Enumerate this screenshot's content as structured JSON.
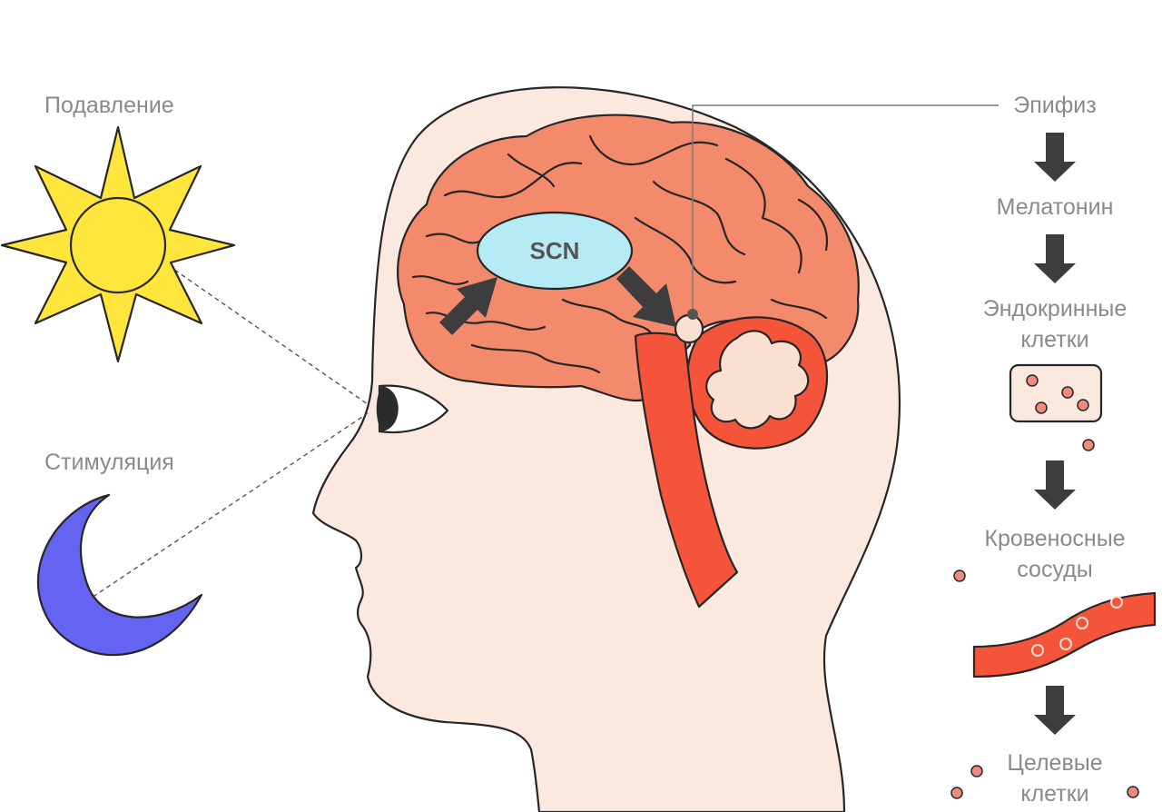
{
  "labels": {
    "suppression": "Подавление",
    "stimulation": "Стимуляция",
    "scn": "SCN",
    "pineal": "Эпифиз",
    "melatonin": "Мелатонин",
    "endocrine_line1": "Эндокринные",
    "endocrine_line2": "клетки",
    "vessels_line1": "Кровеносные",
    "vessels_line2": "сосуды",
    "target_line1": "Целевые",
    "target_line2": "клетки"
  },
  "colors": {
    "skin": "#fbe9df",
    "brain": "#f48a6c",
    "brain_dark": "#ef7a5c",
    "artery": "#f4553a",
    "sun": "#ffe53c",
    "moon": "#6563f2",
    "scn": "#b6ebf6",
    "arrow": "#3d3d3d",
    "label": "#8a8a8a",
    "dots": "#f08a7c"
  },
  "icons": [
    "sun-icon",
    "moon-icon",
    "eye-icon",
    "arrow-down-icon"
  ]
}
